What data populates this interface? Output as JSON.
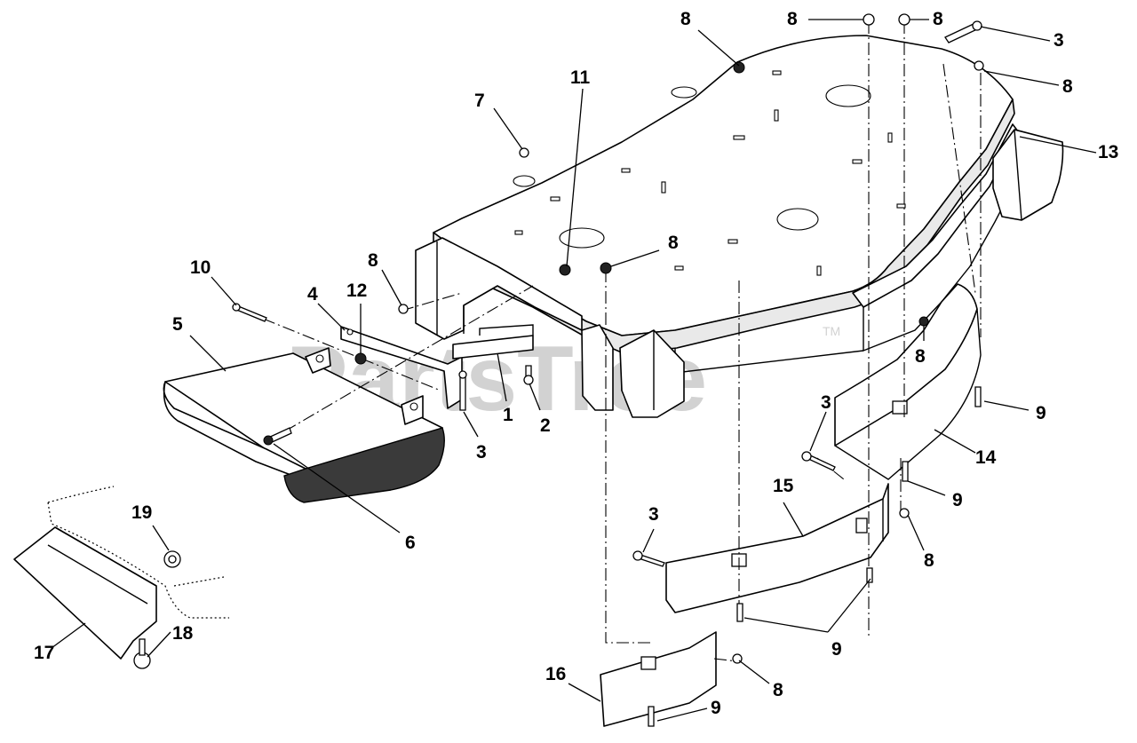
{
  "diagram": {
    "watermark": "PartsTree",
    "watermark_tm": "TM",
    "callouts": [
      {
        "id": "c-8-a",
        "text": "8"
      },
      {
        "id": "c-8-b",
        "text": "8"
      },
      {
        "id": "c-8-c",
        "text": "8"
      },
      {
        "id": "c-3-a",
        "text": "3"
      },
      {
        "id": "c-8-d",
        "text": "8"
      },
      {
        "id": "c-13",
        "text": "13"
      },
      {
        "id": "c-11",
        "text": "11"
      },
      {
        "id": "c-7",
        "text": "7"
      },
      {
        "id": "c-8-e",
        "text": "8"
      },
      {
        "id": "c-10",
        "text": "10"
      },
      {
        "id": "c-8-f",
        "text": "8"
      },
      {
        "id": "c-4",
        "text": "4"
      },
      {
        "id": "c-12",
        "text": "12"
      },
      {
        "id": "c-5",
        "text": "5"
      },
      {
        "id": "c-8-g",
        "text": "8"
      },
      {
        "id": "c-1",
        "text": "1"
      },
      {
        "id": "c-2",
        "text": "2"
      },
      {
        "id": "c-3-b",
        "text": "3"
      },
      {
        "id": "c-3-c",
        "text": "3"
      },
      {
        "id": "c-9-a",
        "text": "9"
      },
      {
        "id": "c-14",
        "text": "14"
      },
      {
        "id": "c-6",
        "text": "6"
      },
      {
        "id": "c-15",
        "text": "15"
      },
      {
        "id": "c-9-b",
        "text": "9"
      },
      {
        "id": "c-19",
        "text": "19"
      },
      {
        "id": "c-3-d",
        "text": "3"
      },
      {
        "id": "c-8-h",
        "text": "8"
      },
      {
        "id": "c-9-c",
        "text": "9"
      },
      {
        "id": "c-17",
        "text": "17"
      },
      {
        "id": "c-18",
        "text": "18"
      },
      {
        "id": "c-16",
        "text": "16"
      },
      {
        "id": "c-8-i",
        "text": "8"
      },
      {
        "id": "c-9-d",
        "text": "9"
      }
    ]
  }
}
